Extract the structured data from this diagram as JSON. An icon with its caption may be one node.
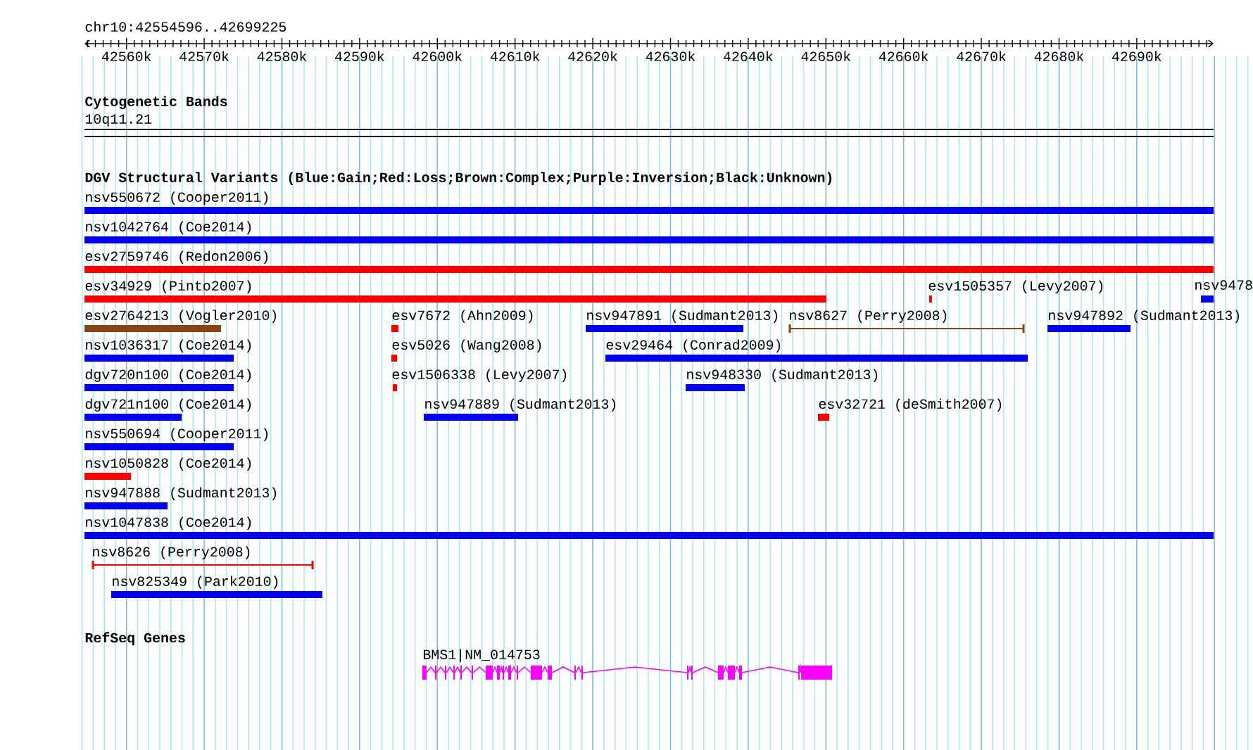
{
  "diagram": {
    "labels": [
      "chr10:42554596..42699225",
      "42560k",
      "42570k",
      "42580k",
      "42590k",
      "42600k",
      "42610k",
      "42620k",
      "42630k",
      "42640k",
      "42650k",
      "42660k",
      "42670k",
      "42680k",
      "42690k",
      "Cytogenetic Bands",
      "10q11.21",
      "DGV Structural Variants (Blue:Gain;Red:Loss;Brown:Complex;Purple:Inversion;Black:Unknown)",
      "nsv550672 (Cooper2011)",
      "nsv1042764 (Coe2014)",
      "esv2759746 (Redon2006)",
      "esv34929 (Pinto2007)",
      "esv1505357 (Levy2007)",
      "nsv9478",
      "esv2764213 (Vogler2010)",
      "esv7672 (Ahn2009)",
      "nsv947891 (Sudmant2013)",
      "nsv8627 (Perry2008)",
      "nsv947892 (Sudmant2013)",
      "nsv1036317 (Coe2014)",
      "esv5026 (Wang2008)",
      "esv29464 (Conrad2009)",
      "dgv720n100 (Coe2014)",
      "esv1506338 (Levy2007)",
      "nsv948330 (Sudmant2013)",
      "dgv721n100 (Coe2014)",
      "nsv947889 (Sudmant2013)",
      "esv32721 (deSmith2007)",
      "nsv550694 (Cooper2011)",
      "nsv1050828 (Coe2014)",
      "nsv947888 (Sudmant2013)",
      "nsv1047838 (Coe2014)",
      "nsv8626 (Perry2008)",
      "nsv825349 (Park2010)",
      "RefSeq Genes",
      "BMS1|NM_014753"
    ]
  }
}
